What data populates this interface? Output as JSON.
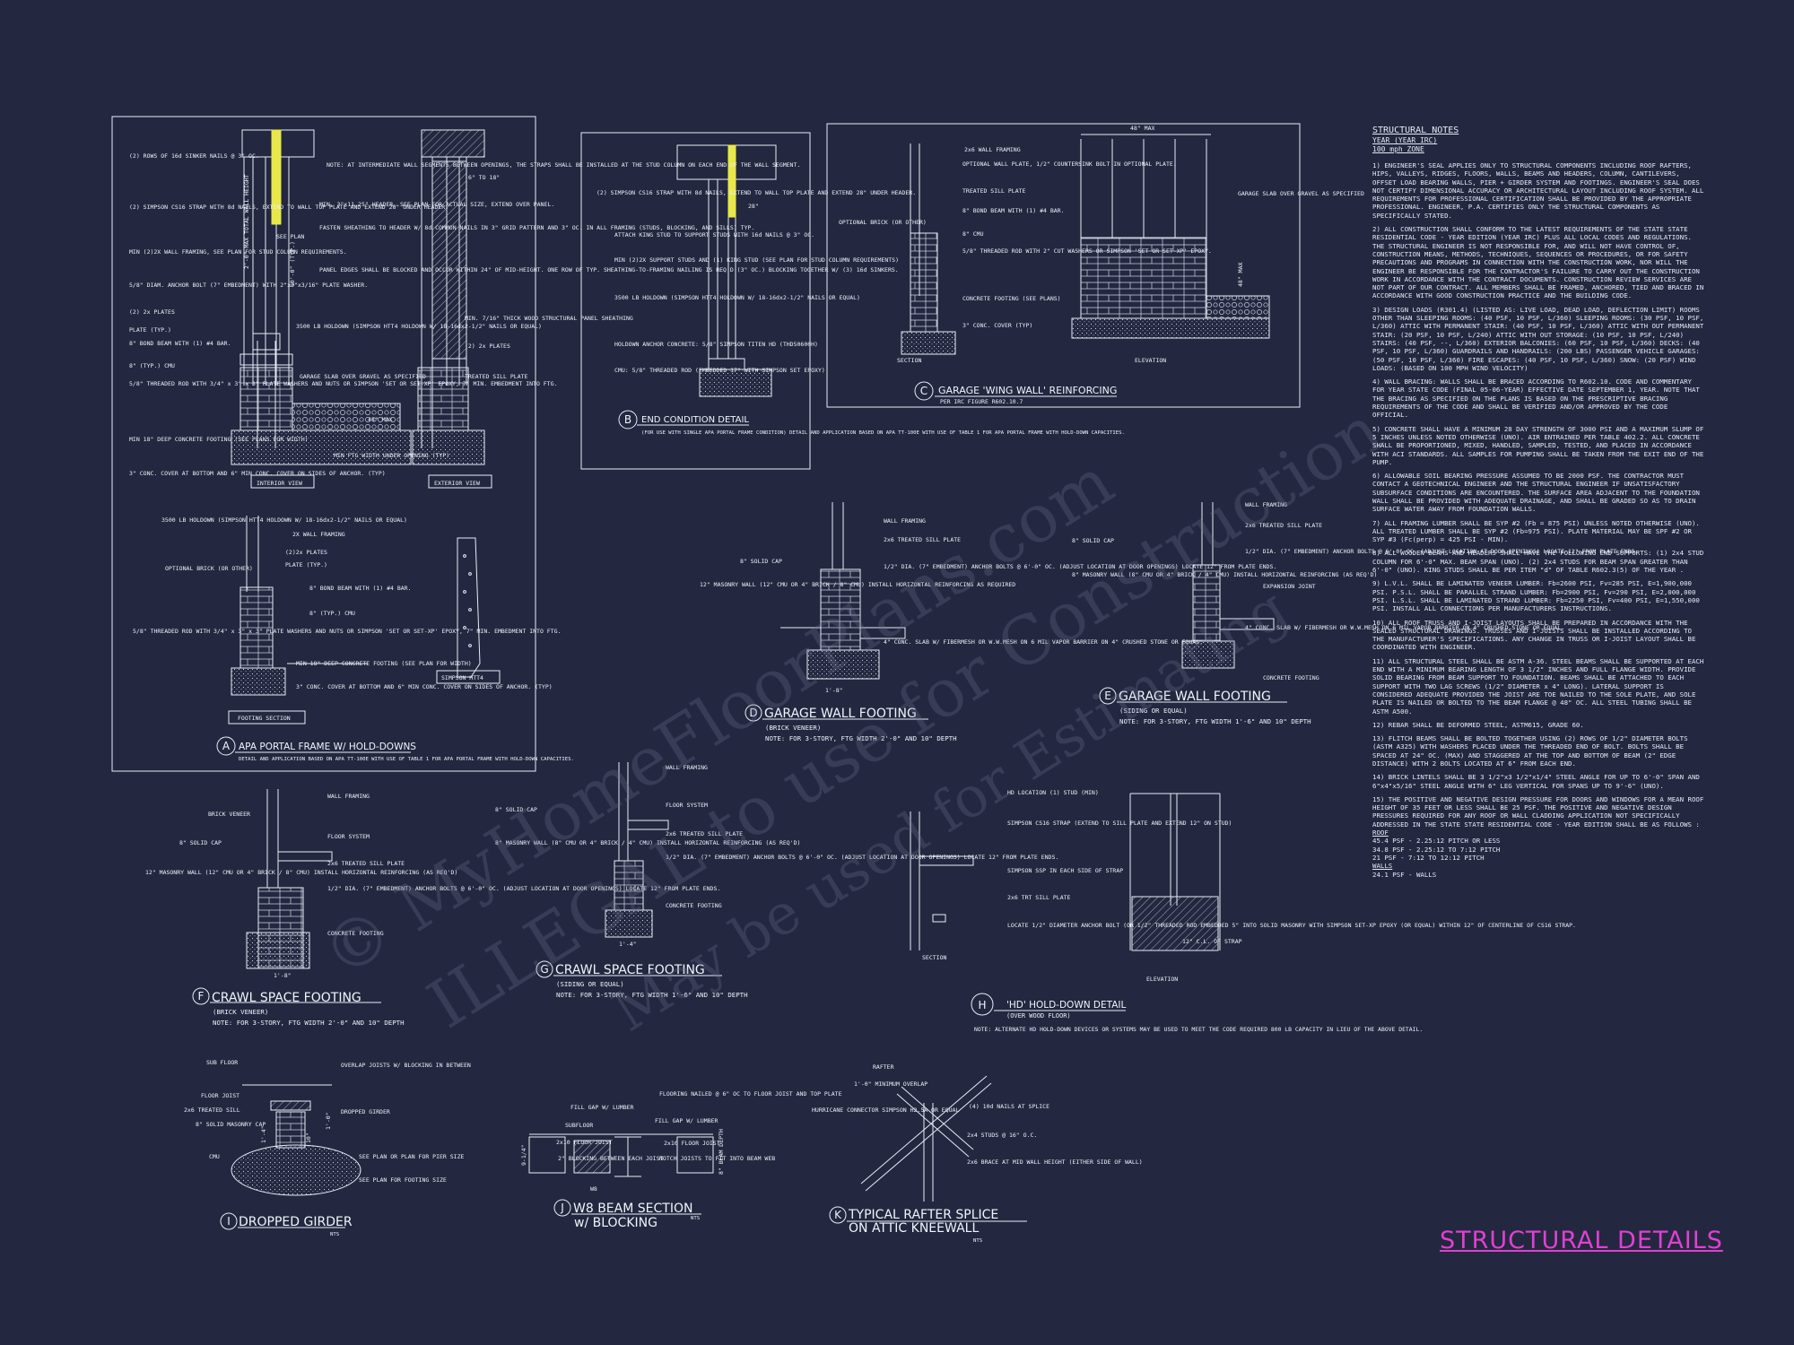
{
  "sheet_title": "STRUCTURAL DETAILS",
  "watermark": {
    "line1": "© MyHomeFloorPlans.com",
    "line2": "ILLEGAL to use for Construction",
    "line3": "May be used for Estimating"
  },
  "colors": {
    "background": "#232840",
    "line": "#e9ecf6",
    "accent": "#e040d0",
    "highlight": "#e8e84a"
  },
  "details": {
    "a": {
      "letter": "A",
      "title": "APA PORTAL FRAME W/ HOLD-DOWNS",
      "sub": "DETAIL AND APPLICATION BASED ON APA TT-100E WITH USE OF TABLE 1 FOR APA PORTAL FRAME WITH HOLD-DOWN CAPACITIES.",
      "interior": "INTERIOR VIEW",
      "exterior": "EXTERIOR VIEW",
      "footing": "FOOTING SECTION",
      "simpson": "SIMPSON HTT4",
      "l1": "(2) ROWS OF 16d SINKER NAILS @ 3\" OC.",
      "l2": "(2) SIMPSON CS16 STRAP WITH 8d NAILS, EXTEND TO WALL TOP PLATE AND EXTEND 28\" UNDER HEADER.",
      "l3": "MIN (2)2X WALL FRAMING, SEE PLAN FOR STUD COLUMN REQUIREMENTS.",
      "l4": "5/8\" DIAM. ANCHOR BOLT (7\" EMBEDMENT) WITH 2\"x2\"x3/16\" PLATE WASHER.",
      "l5": "(2) 2x PLATES",
      "l6": "PLATE (TYP.)",
      "l7": "8\" BOND BEAM WITH (1) #4 BAR.",
      "l8": "8\" (TYP.) CMU",
      "l9": "5/8\" THREADED ROD WITH 3/4\" x 3\" x 3\" PLATE WASHERS AND NUTS OR SIMPSON 'SET OR SET-XP' EPOXY, 7\" MIN. EMBEDMENT INTO FTG.",
      "l10": "MIN 18\" DEEP CONCRETE FOOTING (SEE PLANS FOR WIDTH)",
      "l11": "3\" CONC. COVER AT BOTTOM AND 6\" MIN CONC. COVER ON SIDES OF ANCHOR. (TYP)",
      "r1": "NOTE: AT INTERMEDIATE WALL SEGMENTS BETWEEN OPENINGS, THE STRAPS SHALL BE INSTALLED AT THE STUD COLUMN ON EACH END OF THE WALL SEGMENT.",
      "r2": "MIN. 3\"x11.25\" HEADER, SEE PLAN FOR ACTUAL SIZE, EXTEND OVER PANEL.",
      "r3": "FASTEN SHEATHING TO HEADER W/ 8d COMMON NAILS IN 3\" GRID PATTERN AND 3\" OC. IN ALL FRAMING (STUDS, BLOCKING, AND SILLS) TYP.",
      "r4": "PANEL EDGES SHALL BE BLOCKED AND OCCUR WITHIN 24\" OF MID-HEIGHT. ONE ROW OF TYP. SHEATHING-TO-FRAMING NAILING IS REQ'D (3\" OC.) BLOCKING TOGETHER W/ (3) 16d SINKERS.",
      "r5": "3500 LB HOLDOWN (SIMPSON HTT4 HOLDOWN W/ 18-16dx2-1/2\" NAILS OR EQUAL)",
      "r6": "GARAGE SLAB OVER GRAVEL AS SPECIFIED",
      "r7": "MIN. 7/16\" THICK WOOD STRUCTURAL PANEL SHEATHING",
      "r8": "(2) 2x PLATES",
      "r9": "TREATED SILL PLATE",
      "r10": "MIN FTG WIDTH UNDER OPENING (TYP)",
      "f1": "3500 LB HOLDOWN (SIMPSON HTT4 HOLDOWN W/ 18-16dx2-1/2\" NAILS OR EQUAL)",
      "f2": "2X WALL FRAMING",
      "f3": "(2)2x PLATES",
      "f4": "PLATE (TYP.)",
      "f5": "OPTIONAL BRICK (OR OTHER)",
      "f6": "8\" BOND BEAM WITH (1) #4 BAR.",
      "f7": "8\" (TYP.) CMU",
      "f8": "5/8\" THREADED ROD WITH 3/4\" x 3\" x 3\" PLATE WASHERS AND NUTS OR SIMPSON 'SET OR SET-XP' EPOXY, 7\" MIN. EMBEDMENT INTO FTG.",
      "f9": "MIN 18\" DEEP CONCRETE FOOTING (SEE PLAN FOR WIDTH)",
      "f10": "3\" CONC. COVER AT BOTTOM AND 6\" MIN CONC. COVER ON SIDES OF ANCHOR. (TYP)",
      "d1": "2'-0\" MAX TOTAL WALL HEIGHT",
      "d2": "10'-0\" (TYP.)",
      "d3": "SEE PLAN",
      "d4": "6\" TO 18\"",
      "d5": "48\" MAX"
    },
    "b": {
      "letter": "B",
      "title": "END CONDITION DETAIL",
      "sub": "(FOR USE WITH SINGLE APA PORTAL FRAME CONDITION) DETAIL AND APPLICATION BASED ON APA TT-100E WITH USE OF TABLE 1 FOR APA PORTAL FRAME WITH HOLD-DOWN CAPACITIES.",
      "l1": "(2) SIMPSON CS16 STRAP WITH 8d NAILS, EXTEND TO WALL TOP PLATE AND EXTEND 28\" UNDER HEADER.",
      "l2": "ATTACH KING STUD TO SUPPORT STUDS WITH 16d NAILS @ 3\" OC.",
      "l3": "MIN (2)2X SUPPORT STUDS AND (1) KING STUD (SEE PLAN FOR STUD COLUMN REQUIREMENTS)",
      "l4": "3500 LB HOLDOWN (SIMPSON HTT4 HOLDOWN W/ 18-16dx2-1/2\" NAILS OR EQUAL)",
      "l5": "HOLDOWN ANCHOR CONCRETE: 5/8\" SIMPSON TITEN HD (THD50600H)",
      "l6": "CMU: 5/8\" THREADED ROD (EMBEDDED 17\" WITH SIMPSON SET EPOXY)",
      "d1": "28\""
    },
    "c": {
      "letter": "C",
      "title": "GARAGE 'WING WALL' REINFORCING",
      "sub": "PER IRC FIGURE R602.10.7",
      "section": "SECTION",
      "elevation": "ELEVATION",
      "l1": "2x6 WALL FRAMING",
      "l2": "OPTIONAL WALL PLATE, 1/2\" COUNTERSINK BOLT IN OPTIONAL PLATE.",
      "l3": "TREATED SILL PLATE",
      "l4": "8\" BOND BEAM WITH (1) #4 BAR.",
      "l5": "8\" CMU",
      "l6": "5/8\" THREADED ROD WITH 2\" CUT WASHERS OR SIMPSON 'SET OR SET-XP' EPOXY.",
      "l7": "CONCRETE FOOTING (SEE PLANS)",
      "l8": "3\" CONC. COVER (TYP)",
      "l9": "OPTIONAL BRICK (OR OTHER)",
      "r1": "GARAGE SLAB OVER GRAVEL AS SPECIFIED",
      "d1": "48\" MAX",
      "d2": "48\" MAX"
    },
    "d": {
      "letter": "D",
      "title": "GARAGE WALL FOOTING",
      "sub1": "(BRICK VENEER)",
      "sub2": "NOTE: FOR 3-STORY, FTG WIDTH 2'-0\" AND 10\" DEPTH",
      "l1": "8\" SOLID CAP",
      "l2": "12\" MASONRY WALL (12\" CMU OR 4\" BRICK / 8\" CMU) INSTALL HORIZONTAL REINFORCING AS REQUIRED",
      "r1": "WALL FRAMING",
      "r2": "2x6 TREATED SILL PLATE",
      "r3": "1/2\" DIA. (7\" EMBEDMENT) ANCHOR BOLTS @ 6'-0\" OC. (ADJUST LOCATION AT DOOR OPENINGS) LOCATE 12\" FROM PLATE ENDS.",
      "r4": "4\" CONC. SLAB W/ FIBERMESH OR W.W.MESH ON 6 MIL VAPOR BARRIER ON 4\" CRUSHED STONE OR EQUAL.",
      "dim": "1'-8\""
    },
    "e": {
      "letter": "E",
      "title": "GARAGE WALL FOOTING",
      "sub1": "(SIDING OR EQUAL)",
      "sub2": "NOTE: FOR 3-STORY, FTG WIDTH 1'-6\" AND 10\" DEPTH",
      "l1": "8\" SOLID CAP",
      "l2": "8\" MASONRY WALL (8\" CMU OR 4\" BRICK / 4\" CMU) INSTALL HORIZONTAL REINFORCING (AS REQ'D)",
      "r1": "WALL FRAMING",
      "r2": "2x6 TREATED SILL PLATE",
      "r3": "1/2\" DIA. (7\" EMBEDMENT) ANCHOR BOLTS @ 6'-0\" OC. (ADJUST LOCATION AT DOOR OPENINGS) LOCATE 12\" FROM PLATE ENDS.",
      "r4": "EXPANSION JOINT",
      "r5": "4\" CONC. SLAB W/ FIBERMESH OR W.W.MESH ON 6 MIL VAPOR BARRIER ON 4\" CRUSHED STONE OR EQUAL.",
      "r6": "CONCRETE FOOTING"
    },
    "f": {
      "letter": "F",
      "title": "CRAWL SPACE FOOTING",
      "sub1": "(BRICK VENEER)",
      "sub2": "NOTE: FOR 3-STORY, FTG WIDTH 2'-0\" AND 10\" DEPTH",
      "l1": "BRICK VENEER",
      "l2": "8\" SOLID CAP",
      "l3": "12\" MASONRY WALL (12\" CMU OR 4\" BRICK / 8\" CMU) INSTALL HORIZONTAL REINFORCING (AS REQ'D)",
      "r1": "WALL FRAMING",
      "r2": "FLOOR SYSTEM",
      "r3": "2x6 TREATED SILL PLATE",
      "r4": "1/2\" DIA. (7\" EMBEDMENT) ANCHOR BOLTS @ 6'-0\" OC. (ADJUST LOCATION AT DOOR OPENINGS) LOCATE 12\" FROM PLATE ENDS.",
      "r5": "CONCRETE FOOTING",
      "dim": "1'-8\""
    },
    "g": {
      "letter": "G",
      "title": "CRAWL SPACE FOOTING",
      "sub1": "(SIDING OR EQUAL)",
      "sub2": "NOTE: FOR 3-STORY, FTG WIDTH 1'-6\" AND 10\" DEPTH",
      "l1": "8\" SOLID CAP",
      "l2": "8\" MASONRY WALL (8\" CMU OR 4\" BRICK / 4\" CMU) INSTALL HORIZONTAL REINFORCING (AS REQ'D)",
      "r1": "WALL FRAMING",
      "r2": "FLOOR SYSTEM",
      "r3": "2x6 TREATED SILL PLATE",
      "r4": "1/2\" DIA. (7\" EMBEDMENT) ANCHOR BOLTS @ 6'-0\" OC. (ADJUST LOCATION AT DOOR OPENINGS) LOCATE 12\" FROM PLATE ENDS.",
      "r5": "CONCRETE FOOTING",
      "dim": "1'-4\""
    },
    "h": {
      "letter": "H",
      "title": "'HD' HOLD-DOWN DETAIL",
      "sub1": "(OVER WOOD FLOOR)",
      "sub2": "NOTE: ALTERNATE HD HOLD-DOWN DEVICES OR SYSTEMS MAY BE USED TO MEET THE CODE REQUIRED 800 LB CAPACITY IN LIEU OF THE ABOVE DETAIL.",
      "section": "SECTION",
      "elevation": "ELEVATION",
      "l1": "HD LOCATION (1) STUD (MIN)",
      "l2": "SIMPSON CS16 STRAP (EXTEND TO SILL PLATE AND EXTEND 12\" ON STUD)",
      "l3": "SIMPSON SSP IN EACH SIDE OF STRAP",
      "l4": "2x6 TRT SILL PLATE",
      "l5": "LOCATE 1/2\" DIAMETER ANCHOR BOLT (OR 1/2\" THREADED ROD EMBEDDED 5\" INTO SOLID MASONRY WITH SIMPSON SET-XP EPOXY (OR EQUAL) WITHIN 12\" OF CENTERLINE OF CS16 STRAP.",
      "d1": "12\" C.L. OF STRAP"
    },
    "i": {
      "letter": "I",
      "title": "DROPPED GIRDER",
      "nts": "NTS",
      "l1": "SUB FLOOR",
      "l2": "FLOOR JOIST",
      "l3": "2x6 TREATED SILL",
      "l4": "8\" SOLID MASONRY CAP",
      "l5": "CMU",
      "r1": "OVERLAP JOISTS W/ BLOCKING IN BETWEEN",
      "r2": "DROPPED GIRDER",
      "r3": "SEE PLAN OR PLAN FOR PIER SIZE",
      "r4": "SEE PLAN FOR FOOTING SIZE",
      "d1": "1'-4\"",
      "d2": "10\"",
      "d3": "1'-0\""
    },
    "j": {
      "letter": "J",
      "title": "W8 BEAM SECTION",
      "title2": "w/ BLOCKING",
      "nts": "NTS",
      "l1": "FILL GAP W/ LUMBER",
      "l2": "SUBFLOOR",
      "l3": "2x10 FLOOR JOIST",
      "l4": "2\" BLOCKING BETWEEN EACH JOIST",
      "r1": "FLOORING NAILED @ 6\" OC TO FLOOR JOIST AND TOP PLATE",
      "r2": "FILL GAP W/ LUMBER",
      "r3": "2x10 FLOOR JOIST",
      "r4": "NOTCH JOISTS TO FIT INTO BEAM WEB",
      "r5": "W8",
      "d1": "9-1/4\"",
      "d2": "8\" BEAM DEPTH"
    },
    "k": {
      "letter": "K",
      "title": "TYPICAL RAFTER SPLICE",
      "title2": "ON ATTIC KNEEWALL",
      "nts": "NTS",
      "l1": "RAFTER",
      "l2": "1'-0\" MINIMUM OVERLAP",
      "l3": "HURRICANE CONNECTOR SIMPSON H2.5A OR EQUAL",
      "r1": "(4) 10d NAILS AT SPLICE",
      "r2": "2x4 STUDS @ 16\" O.C.",
      "r3": "2x6 BRACE AT MID WALL HEIGHT (EITHER SIDE OF WALL)"
    }
  },
  "notes": {
    "title": "STRUCTURAL NOTES",
    "sub1": "YEAR (YEAR IRC)",
    "sub2": "100 mph ZONE",
    "items": [
      "1) ENGINEER'S SEAL APPLIES ONLY TO STRUCTURAL COMPONENTS INCLUDING ROOF RAFTERS, HIPS, VALLEYS, RIDGES, FLOORS, WALLS, BEAMS AND HEADERS, COLUMN, CANTILEVERS, OFFSET LOAD BEARING WALLS, PIER + GIRDER SYSTEM AND FOOTINGS. ENGINEER'S SEAL DOES NOT CERTIFY DIMENSIONAL ACCURACY OR ARCHITECTURAL LAYOUT INCLUDING ROOF SYSTEM. ALL REQUIREMENTS FOR PROFESSIONAL CERTIFICATION SHALL BE PROVIDED BY THE APPROPRIATE PROFESSIONAL. ENGINEER, P.A. CERTIFIES ONLY THE STRUCTURAL COMPONENTS AS SPECIFICALLY STATED.",
      "2) ALL CONSTRUCTION SHALL CONFORM TO THE LATEST REQUIREMENTS OF THE STATE STATE RESIDENTIAL CODE - YEAR EDITION (YEAR IRC) PLUS ALL LOCAL CODES AND REGULATIONS. THE STRUCTURAL ENGINEER IS NOT RESPONSIBLE FOR, AND WILL NOT HAVE CONTROL OF, CONSTRUCTION MEANS, METHODS, TECHNIQUES, SEQUENCES OR PROCEDURES, OR FOR SAFETY PRECAUTIONS AND PROGRAMS IN CONNECTION WITH THE CONSTRUCTION WORK, NOR WILL THE ENGINEER BE RESPONSIBLE FOR THE CONTRACTOR'S FAILURE TO CARRY OUT THE CONSTRUCTION WORK IN ACCORDANCE WITH THE CONTRACT DOCUMENTS. CONSTRUCTION REVIEW SERVICES ARE NOT PART OF OUR CONTRACT. ALL MEMBERS SHALL BE FRAMED, ANCHORED, TIED AND BRACED IN ACCORDANCE WITH GOOD CONSTRUCTION PRACTICE AND THE BUILDING CODE.",
      "3) DESIGN LOADS (R301.4) (LISTED AS: LIVE LOAD, DEAD LOAD, DEFLECTION LIMIT) ROOMS OTHER THAN SLEEPING ROOMS: (40 PSF, 10 PSF, L/360) SLEEPING ROOMS: (30 PSF, 10 PSF, L/360) ATTIC WITH PERMANENT STAIR: (40 PSF, 10 PSF, L/360) ATTIC WITH OUT PERMANENT STAIR: (20 PSF, 10 PSF, L/240) ATTIC WITH OUT STORAGE: (10 PSF, 10 PSF, L/240) STAIRS: (40 PSF, --, L/360) EXTERIOR BALCONIES: (60 PSF, 10 PSF, L/360) DECKS: (40 PSF, 10 PSF, L/360) GUARDRAILS AND HANDRAILS: (200 LBS) PASSENGER VEHICLE GARAGES: (50 PSF, 10 PSF, L/360) FIRE ESCAPES: (40 PSF, 10 PSF, L/360) SNOW: (20 PSF) WIND LOADS: (BASED ON 100 MPH WIND VELOCITY)",
      "4) WALL BRACING: WALLS SHALL BE BRACED ACCORDING TO R602.10. CODE AND COMMENTARY FOR YEAR STATE CODE (FINAL 05-06-YEAR) EFFECTIVE DATE SEPTEMBER 1, YEAR. NOTE THAT THE BRACING AS SPECIFIED ON THE PLANS IS BASED ON THE PRESCRIPTIVE BRACING REQUIREMENTS OF THE CODE AND SHALL BE VERIFIED AND/OR APPROVED BY THE CODE OFFICIAL.",
      "5) CONCRETE SHALL HAVE A MINIMUM 28 DAY STRENGTH OF 3000 PSI AND A MAXIMUM SLUMP OF 5 INCHES UNLESS NOTED OTHERWISE (UNO). AIR ENTRAINED PER TABLE 402.2. ALL CONCRETE SHALL BE PROPORTIONED, MIXED, HANDLED, SAMPLED, TESTED, AND PLACED IN ACCORDANCE WITH ACI STANDARDS. ALL SAMPLES FOR PUMPING SHALL BE TAKEN FROM THE EXIT END OF THE PUMP.",
      "6) ALLOWABLE SOIL BEARING PRESSURE ASSUMED TO BE 2000 PSF. THE CONTRACTOR MUST CONTACT A GEOTECHNICAL ENGINEER AND THE STRUCTURAL ENGINEER IF UNSATISFACTORY SUBSURFACE CONDITIONS ARE ENCOUNTERED. THE SURFACE AREA ADJACENT TO THE FOUNDATION WALL SHALL BE PROVIDED WITH ADEQUATE DRAINAGE, AND SHALL BE GRADED SO AS TO DRAIN SURFACE WATER AWAY FROM FOUNDATION WALLS.",
      "7) ALL FRAMING LUMBER SHALL BE SYP #2 (Fb = 875 PSI) UNLESS NOTED OTHERWISE (UNO). ALL TREATED LUMBER SHALL BE SYP #2 (Fb=975 PSI). PLATE MATERIAL MAY BE SPF #2 OR SYP #3 (Fc(perp) = 425 PSI - MIN).",
      "8) ALL WOODEN BEAMS AND HEADERS SHALL HAVE THE FOLLOWING END SUPPORTS: (1) 2x4 STUD COLUMN FOR 6'-0\" MAX. BEAM SPAN (UNO). (2) 2x4 STUDS FOR BEAM SPAN GREATER THAN 6'-0\" (UNO). KING STUDS SHALL BE PER ITEM \"d\" OF TABLE R602.3(5) OF THE YEAR .",
      "9) L.V.L. SHALL BE LAMINATED VENEER LUMBER: Fb=2600 PSI, Fv=285 PSI, E=1,900,000 PSI. P.S.L. SHALL BE PARALLEL STRAND LUMBER: Fb=2900 PSI, Fv=290 PSI, E=2,000,000 PSI. L.S.L. SHALL BE LAMINATED STRAND LUMBER: Fb=2250 PSI, Fv=400 PSI, E=1,550,000 PSI. INSTALL ALL CONNECTIONS PER MANUFACTURERS INSTRUCTIONS.",
      "10) ALL ROOF TRUSS AND I-JOIST LAYOUTS SHALL BE PREPARED IN ACCORDANCE WITH THE SEALED STRUCTURAL DRAWINGS. TRUSSES AND I-JOISTS SHALL BE INSTALLED ACCORDING TO THE MANUFACTURER'S SPECIFICATIONS. ANY CHANGE IN TRUSS OR I-JOIST LAYOUT SHALL BE COORDINATED WITH ENGINEER.",
      "11) ALL STRUCTURAL STEEL SHALL BE ASTM A-36. STEEL BEAMS SHALL BE SUPPORTED AT EACH END WITH A MINIMUM BEARING LENGTH OF 3 1/2\" INCHES AND FULL FLANGE WIDTH. PROVIDE SOLID BEARING FROM BEAM SUPPORT TO FOUNDATION. BEAMS SHALL BE ATTACHED TO EACH SUPPORT WITH TWO LAG SCREWS (1/2\" DIAMETER x 4\" LONG). LATERAL SUPPORT IS CONSIDERED ADEQUATE PROVIDED THE JOIST ARE TOE NAILED TO THE SOLE PLATE, AND SOLE PLATE IS NAILED OR BOLTED TO THE BEAM FLANGE @ 48\" OC. ALL STEEL TUBING SHALL BE ASTM A500.",
      "12) REBAR SHALL BE DEFORMED STEEL, ASTM615, GRADE 60.",
      "13) FLITCH BEAMS SHALL BE BOLTED TOGETHER USING (2) ROWS OF 1/2\" DIAMETER BOLTS (ASTM A325) WITH WASHERS PLACED UNDER THE THREADED END OF BOLT. BOLTS SHALL BE SPACED AT 24\" OC. (MAX) AND STAGGERED AT THE TOP AND BOTTOM OF BEAM (2\" EDGE DISTANCE) WITH 2 BOLTS LOCATED AT 6\" FROM EACH END.",
      "14) BRICK LINTELS SHALL BE 3 1/2\"x3 1/2\"x1/4\" STEEL ANGLE FOR UP TO 6'-0\" SPAN AND 6\"x4\"x5/16\" STEEL ANGLE WITH 6\" LEG VERTICAL FOR SPANS UP TO 9'-6\" (UNO).",
      "15) THE POSITIVE AND NEGATIVE DESIGN PRESSURE FOR DOORS AND WINDOWS FOR A MEAN ROOF HEIGHT OF 35 FEET OR LESS SHALL BE 25 PSF. THE POSITIVE AND NEGATIVE DESIGN PRESSURES REQUIRED FOR ANY ROOF OR WALL CLADDING APPLICATION NOT SPECIFICALLY ADDRESSED IN THE STATE STATE RESIDENTIAL CODE - YEAR EDITION SHALL BE AS FOLLOWS :"
    ],
    "roof_head": "ROOF",
    "roof": [
      "45.4 PSF - 2.25:12 PITCH OR LESS",
      "34.8 PSF - 2.25:12 TO 7:12 PITCH",
      "21 PSF - 7:12 TO 12:12 PITCH"
    ],
    "walls_head": "WALLS",
    "walls": [
      "24.1 PSF - WALLS"
    ]
  }
}
